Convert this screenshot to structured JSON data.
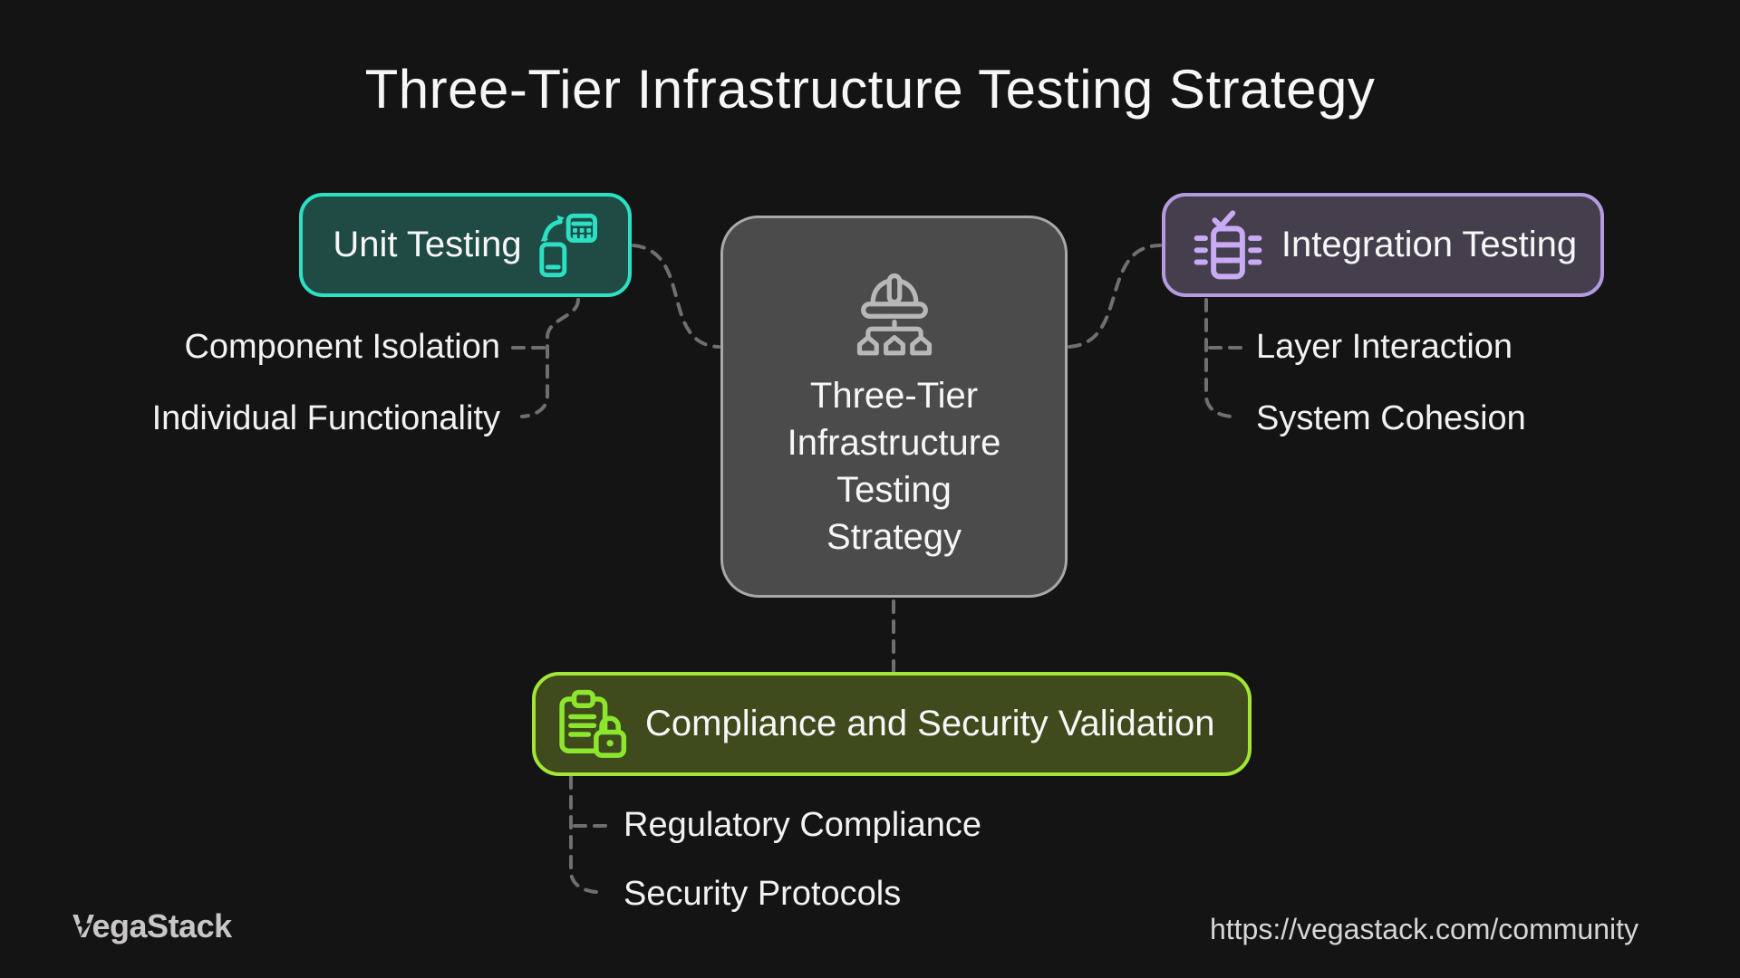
{
  "title": "Three-Tier Infrastructure Testing Strategy",
  "center": {
    "lines": [
      "Three-Tier",
      "Infrastructure",
      "Testing",
      "Strategy"
    ]
  },
  "branches": {
    "unit": {
      "label": "Unit Testing",
      "items": [
        "Component Isolation",
        "Individual Functionality"
      ]
    },
    "integration": {
      "label": "Integration Testing",
      "items": [
        "Layer Interaction",
        "System Cohesion"
      ]
    },
    "compliance": {
      "label": "Compliance and Security Validation",
      "items": [
        "Regulatory Compliance",
        "Security Protocols"
      ]
    }
  },
  "footer": {
    "brand": "VegaStack",
    "url": "https://vegastack.com/community"
  },
  "icons": {
    "unit": "device-sync-icon",
    "integration": "layer-stack-check-icon",
    "compliance": "clipboard-lock-icon",
    "center": "hard-hat-hierarchy-icon",
    "brand": "lightning-bolt-icon"
  },
  "colors": {
    "bg": "#141414",
    "text": "#f7f7f7",
    "muted": "#c9c6c6",
    "connector": "#6f6f6f",
    "teal-border": "#2ce0c4",
    "teal-fill": "#204a44",
    "purple-border": "#b49adf",
    "purple-fill": "#453f4d",
    "purple-icon": "#c9abf5",
    "lime-border": "#a3e635",
    "lime-fill": "#3f4a1d",
    "lime-icon": "#8ce62e",
    "center-border": "#a9a9a9",
    "center-fill": "#4b4b4b",
    "center-icon": "#b8b8b8"
  }
}
